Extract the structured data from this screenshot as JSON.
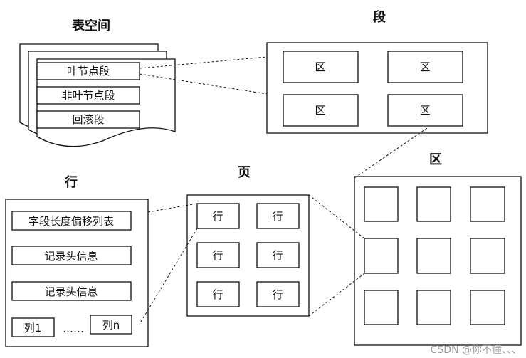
{
  "tablespace": {
    "title": "表空间",
    "segments": [
      "叶节点段",
      "非叶节点段",
      "回滚段"
    ]
  },
  "segment": {
    "title": "段",
    "extents": [
      "区",
      "区",
      "区",
      "区"
    ]
  },
  "extent": {
    "title": "区"
  },
  "page": {
    "title": "页",
    "rows": [
      "行",
      "行",
      "行",
      "行",
      "行",
      "行"
    ]
  },
  "row": {
    "title": "行",
    "fields": [
      "字段长度偏移列表",
      "记录头信息",
      "记录头信息"
    ],
    "col_first": "列1",
    "ellipsis": "……",
    "col_last": "列n"
  },
  "watermark": "CSDN @你不懂、、、"
}
